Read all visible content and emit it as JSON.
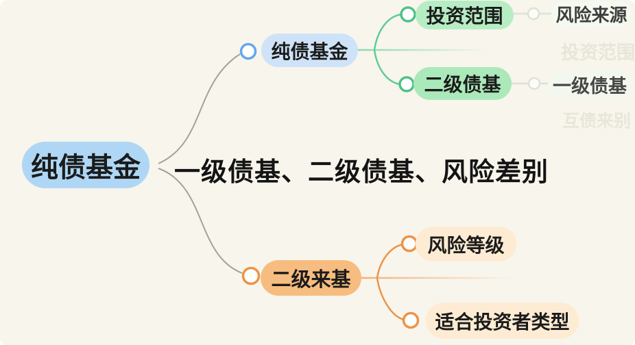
{
  "app": {
    "type": "mindmap-screenshot"
  },
  "title": {
    "text": "一级债基、二级债基、风险差别"
  },
  "root": {
    "label": "纯债基金"
  },
  "branches": {
    "top": {
      "label": "纯债基金",
      "children": [
        {
          "label": "投资范围",
          "child": "风险来源"
        },
        {
          "label": "二级债基",
          "child": "一级债基"
        }
      ]
    },
    "bottom": {
      "label": "二级来基",
      "children": [
        {
          "label": "风险等级"
        },
        {
          "label": "适合投资者类型"
        }
      ]
    }
  },
  "ghost_texts": [
    {
      "text": "投资范围"
    },
    {
      "text": "互债来别"
    }
  ],
  "colors": {
    "background": "#f8f5ed",
    "root_fill": "#afd7f5",
    "branch_blue_fill": "#cfe3f8",
    "green_fill": "#b0eabe",
    "green_accent": "#4cc287",
    "blue_accent": "#63a7ea",
    "orange_fill": "#f7bd80",
    "peach_fill": "#fdecd3",
    "orange_accent": "#ec9347",
    "faded_node_fill": "#f4f9f0",
    "gray_line": "#a3a29a",
    "faded_line": "#dbe2d6",
    "text": "#1b1b1b",
    "ghost_text": "#e8e6d8"
  }
}
